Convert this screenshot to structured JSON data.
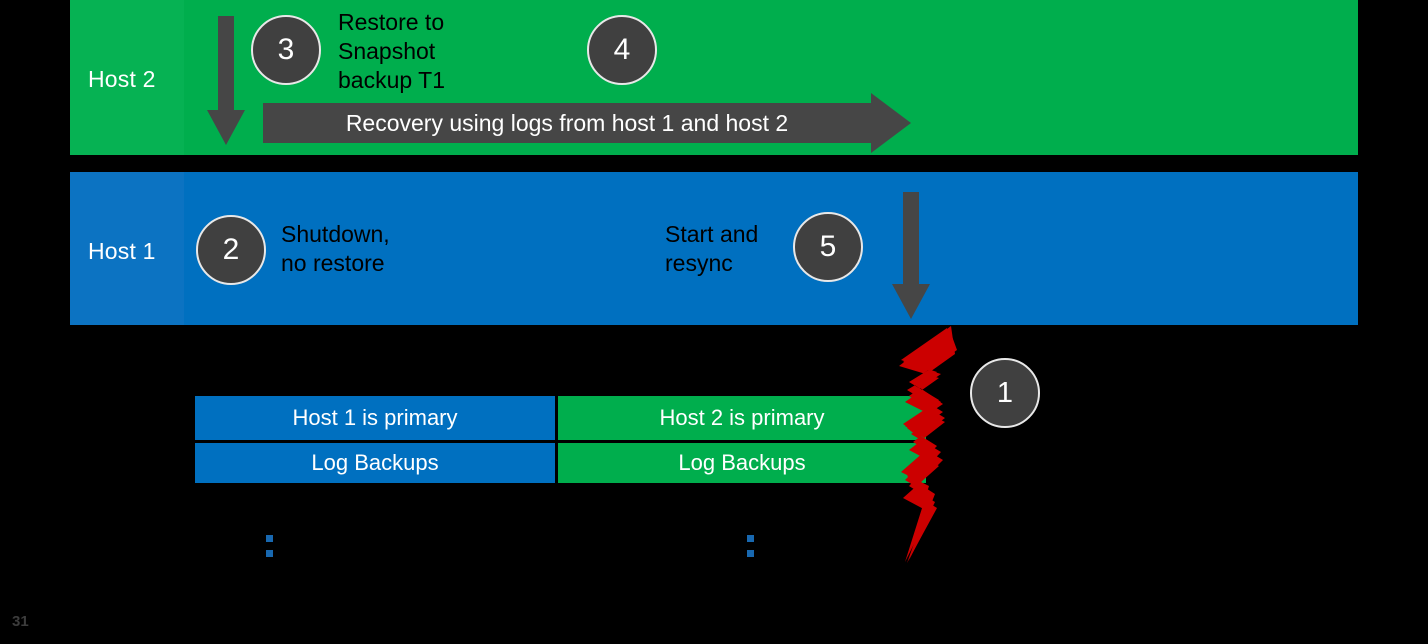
{
  "slide": {
    "page_number": "31",
    "colors": {
      "green": "#00AE4D",
      "blue": "#0070C0",
      "gray": "#464646",
      "red": "#CC0000",
      "background": "#000000",
      "tick_blue": "#1868B0"
    }
  },
  "bands": {
    "host2": {
      "label": "Host 2",
      "note": "Restore to\nSnapshot\nbackup T1",
      "recovery_arrow_text": "Recovery using logs from host 1 and host 2",
      "steps": [
        "3",
        "4"
      ]
    },
    "host1": {
      "label": "Host 1",
      "note_left": "Shutdown,\nno restore",
      "note_right": "Start and\nresync",
      "steps": [
        "2",
        "5"
      ]
    }
  },
  "steps": {
    "one": "1",
    "two": "2",
    "three": "3",
    "four": "4",
    "five": "5"
  },
  "timeline": {
    "host1_primary": "Host 1 is primary",
    "host2_primary": "Host 2 is primary",
    "host1_log_backups": "Log Backups",
    "host2_log_backups": "Log Backups"
  },
  "icons": {
    "failure_bolt": "lightning-bolt-icon",
    "down_arrow": "arrow-down-icon",
    "recovery_arrow": "arrow-right-icon",
    "tick": "timeline-tick-icon"
  }
}
